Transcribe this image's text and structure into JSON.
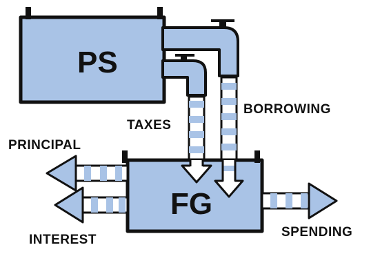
{
  "tanks": {
    "ps": {
      "label": "PS"
    },
    "fg": {
      "label": "FG"
    }
  },
  "flows": {
    "taxes": "TAXES",
    "borrowing": "BORROWING",
    "principal": "PRINCIPAL",
    "interest": "INTEREST",
    "spending": "SPENDING"
  },
  "colors": {
    "fill": "#a9c3e6",
    "outline": "#111111",
    "arrow": "#ffffff",
    "background": "#ffffff"
  },
  "icons": [
    "faucet-icon",
    "faucet-icon",
    "arrow-down-icon",
    "arrow-left-icon",
    "arrow-right-icon"
  ]
}
